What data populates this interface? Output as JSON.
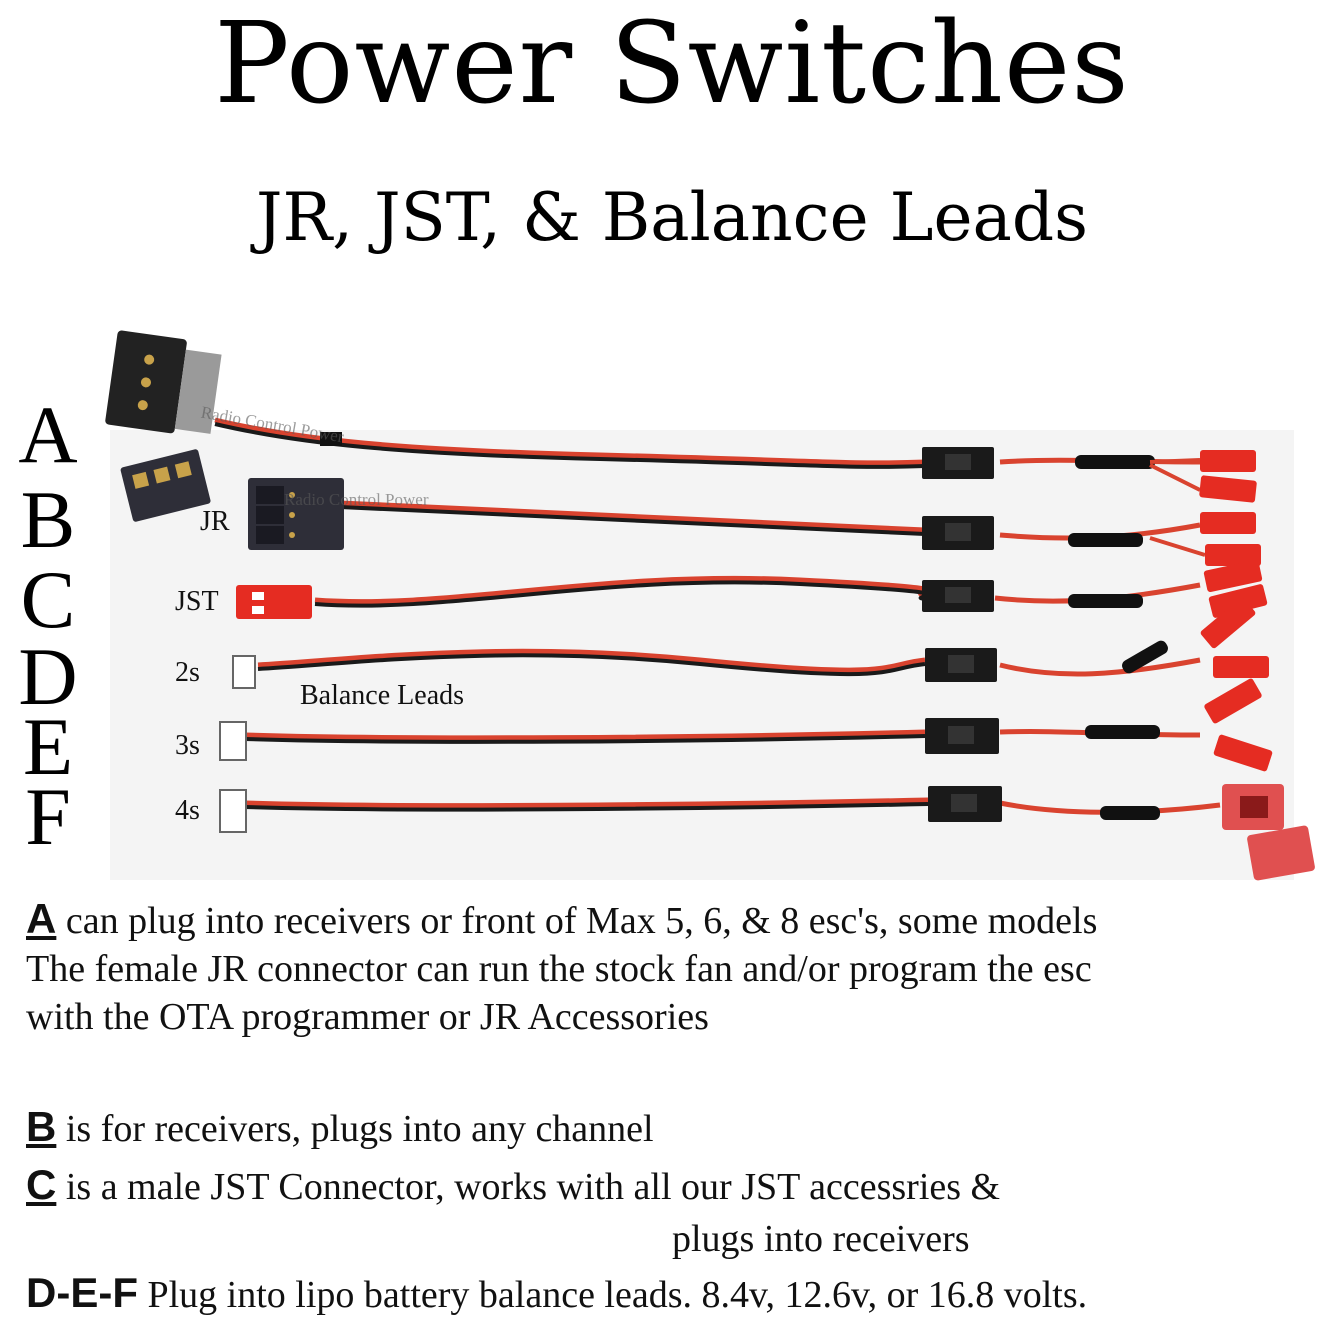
{
  "header": {
    "title": "Power Switches",
    "subtitle": "JR, JST, & Balance Leads"
  },
  "rows": [
    {
      "letter": "A"
    },
    {
      "letter": "B",
      "cable_label": "JR"
    },
    {
      "letter": "C",
      "cable_label": "JST"
    },
    {
      "letter": "D",
      "cable_label": "2s"
    },
    {
      "letter": "E",
      "cable_label": "3s"
    },
    {
      "letter": "F",
      "cable_label": "4s"
    }
  ],
  "photo": {
    "balance_note": "Balance Leads",
    "watermark_a": "Radio Control Power",
    "watermark_b": "Radio Control Power"
  },
  "colors": {
    "wire_red": "#d9432f",
    "wire_black": "#1a1a1a",
    "jst_red": "#e52c22",
    "servo_black": "#2a2a2e"
  },
  "descriptions": {
    "a_tag": "A",
    "a_line1": "can plug into receivers or front of Max 5, 6, & 8 esc's, some models",
    "a_line2": "The female JR connector can run the stock fan and/or program the esc",
    "a_line3": "with the OTA programmer or JR Accessories",
    "b_tag": "B",
    "b_text": "is for receivers, plugs into any channel",
    "c_tag": "C",
    "c_text": "is a male JST Connector, works with all our JST accessries &",
    "c_text2": "plugs into receivers",
    "def_tag": "D-E-F",
    "def_text": "Plug into lipo battery balance leads. 8.4v, 12.6v, or 16.8 volts."
  }
}
